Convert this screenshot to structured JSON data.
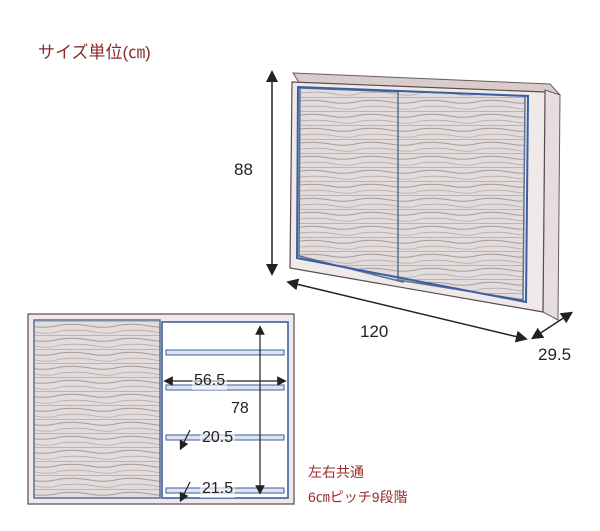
{
  "title": "サイズ単位(㎝)",
  "dimensions": {
    "height": "88",
    "width": "120",
    "depth": "29.5"
  },
  "interior": {
    "width": "56.5",
    "height": "78",
    "shelf_depth_upper": "20.5",
    "shelf_depth_lower": "21.5"
  },
  "notes": {
    "line1": "左右共通",
    "line2": "6㎝ピッチ9段階"
  },
  "colors": {
    "title": "#8b2a2a",
    "note": "#9b2b2b",
    "wood": "#cfc6c6",
    "frame": "#3a5fa0"
  }
}
